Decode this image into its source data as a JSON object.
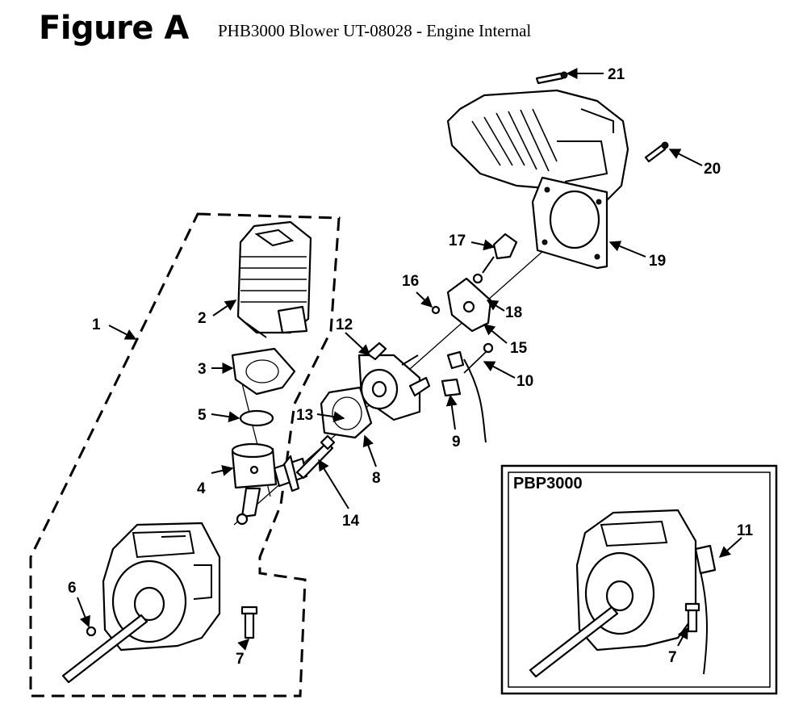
{
  "header": {
    "figure_label": "Figure A",
    "title": "PHB3000 Blower UT-08028 - Engine Internal"
  },
  "inset": {
    "title": "PBP3000",
    "callouts": {
      "c11": "11",
      "c7": "7"
    }
  },
  "callouts": {
    "c1": "1",
    "c2": "2",
    "c3": "3",
    "c4": "4",
    "c5": "5",
    "c6": "6",
    "c7": "7",
    "c8": "8",
    "c9": "9",
    "c10": "10",
    "c12": "12",
    "c13": "13",
    "c14": "14",
    "c15": "15",
    "c16": "16",
    "c17": "17",
    "c18": "18",
    "c19": "19",
    "c20": "20",
    "c21": "21"
  }
}
